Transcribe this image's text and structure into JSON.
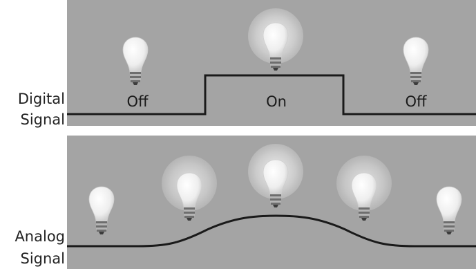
{
  "digital": {
    "label_line1": "Digital",
    "label_line2": "Signal",
    "states": [
      "Off",
      "On",
      "Off"
    ]
  },
  "analog": {
    "label_line1": "Analog",
    "label_line2": "Signal"
  },
  "colors": {
    "panel": "#a4a4a4",
    "signal_line": "#1a1a1a",
    "bulb_glow": "#e6e6e6"
  },
  "icons": [
    "lightbulb-icon"
  ]
}
